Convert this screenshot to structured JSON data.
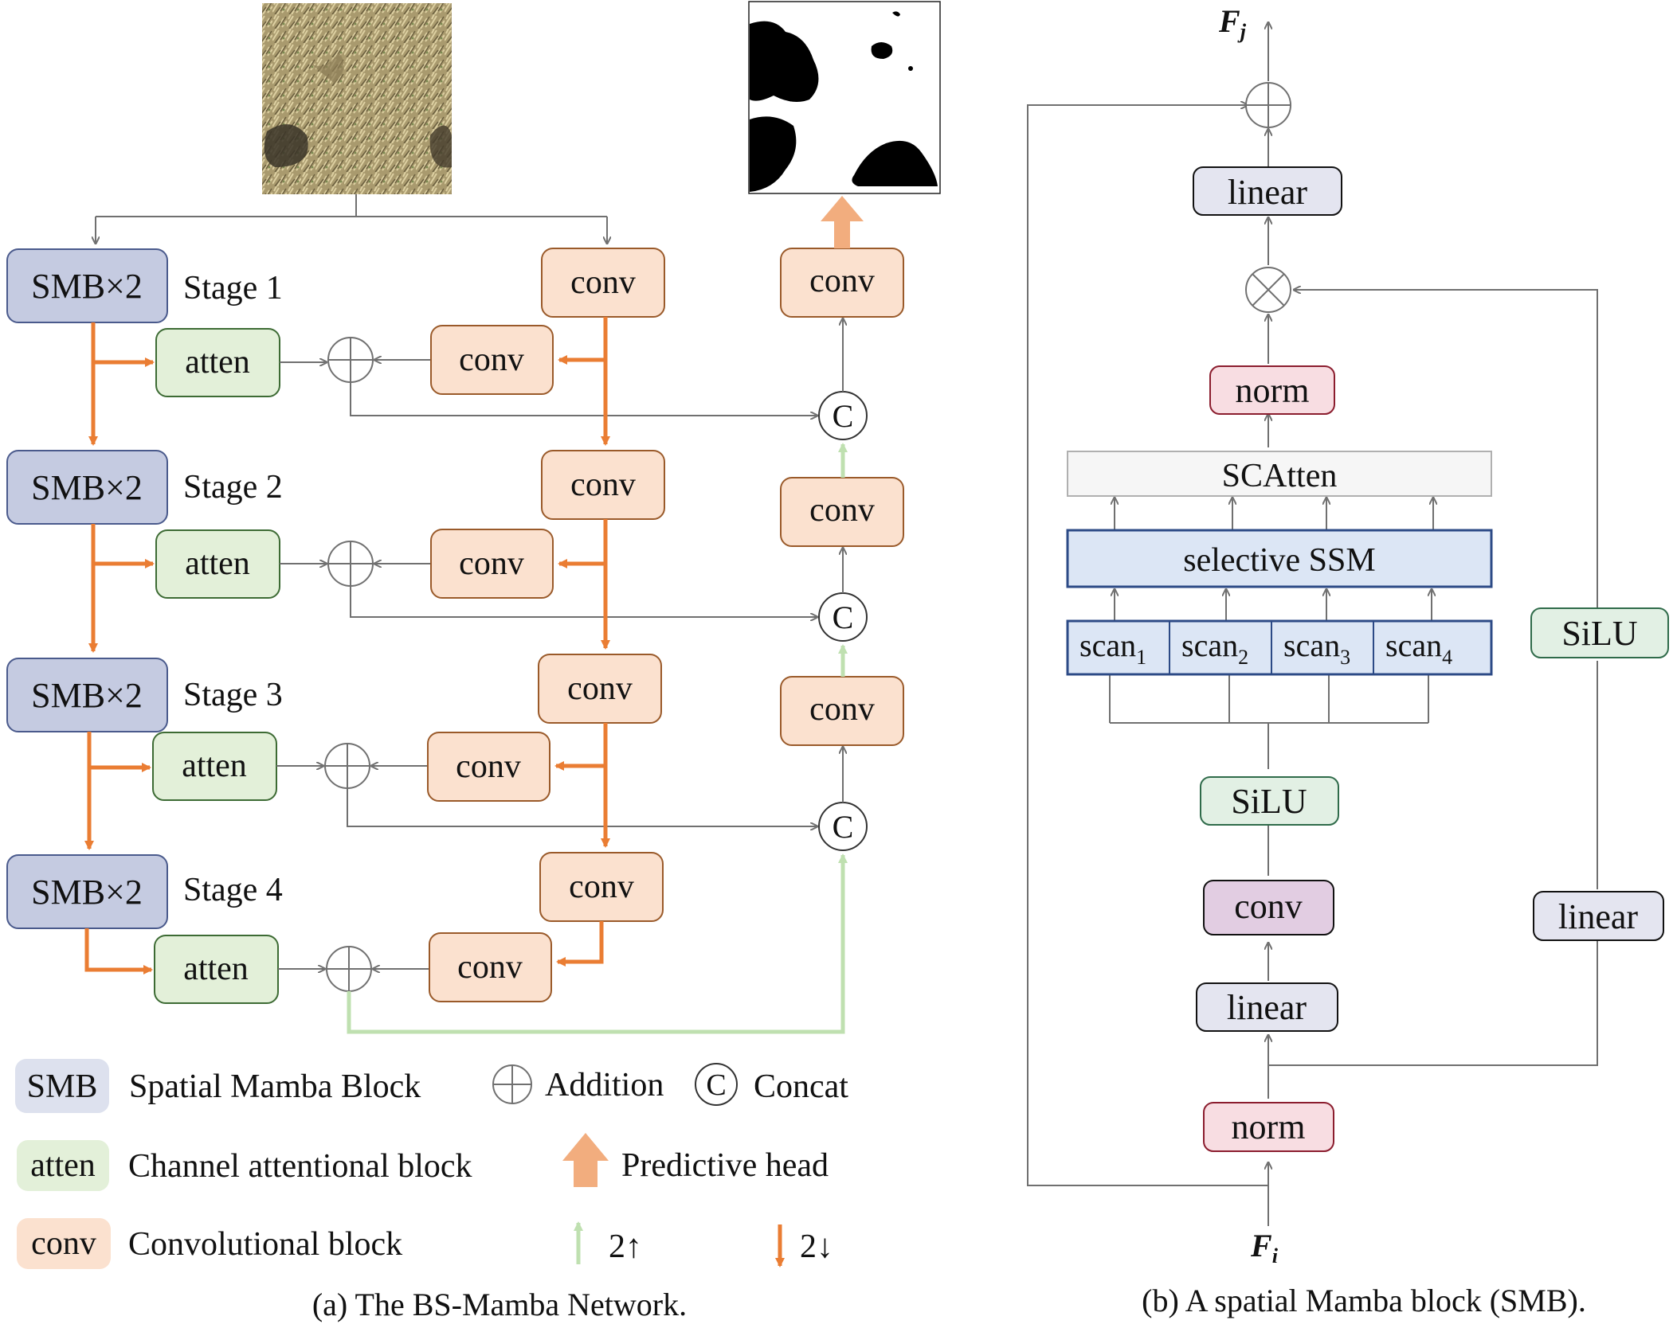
{
  "panel_a": {
    "caption": "(a) The BS-Mamba Network.",
    "stages": [
      {
        "block": "SMB×2",
        "label": "Stage 1"
      },
      {
        "block": "SMB×2",
        "label": "Stage 2"
      },
      {
        "block": "SMB×2",
        "label": "Stage 3"
      },
      {
        "block": "SMB×2",
        "label": "Stage 4"
      }
    ],
    "atten_label": "atten",
    "conv_label": "conv",
    "concat_symbol": "C"
  },
  "legend": {
    "smb_key": "SMB",
    "smb_desc": "Spatial Mamba Block",
    "addition_desc": "Addition",
    "concat_key": "C",
    "concat_desc": "Concat",
    "atten_key": "atten",
    "atten_desc": "Channel attentional block",
    "head_desc": "Predictive head",
    "conv_key": "conv",
    "conv_desc": "Convolutional block",
    "up_desc": "2↑",
    "down_desc": "2↓"
  },
  "panel_b": {
    "caption": "(b) A spatial Mamba block (SMB).",
    "output_label": "F",
    "output_sub": "j",
    "input_label": "F",
    "input_sub": "i",
    "linear_top": "linear",
    "norm_mid": "norm",
    "scatten": "SCAtten",
    "selective_ssm": "selective SSM",
    "scans": [
      {
        "base": "scan",
        "sub": "1"
      },
      {
        "base": "scan",
        "sub": "2"
      },
      {
        "base": "scan",
        "sub": "3"
      },
      {
        "base": "scan",
        "sub": "4"
      }
    ],
    "silu_left": "SiLU",
    "conv": "conv",
    "linear_left": "linear",
    "norm_bottom": "norm",
    "silu_right": "SiLU",
    "linear_right": "linear"
  },
  "colors": {
    "smb_fill": "#c5cbe1",
    "smb_stroke": "#4a5a8c",
    "atten_fill": "#e3f0d9",
    "atten_stroke": "#3d6b34",
    "conv_fill": "#fbe1cf",
    "conv_stroke": "#9a5a2a",
    "orange_arrow": "#ea7d33",
    "green_arrow": "#bfe0b0",
    "head_arrow": "#f2ad7e",
    "linear_fill": "#e4e5f0",
    "norm_fill": "#f8dde2",
    "norm_stroke": "#8b1d2e",
    "silu_fill": "#e2f0e4",
    "silu_stroke": "#2f6b4a",
    "purple_fill": "#e2cde2",
    "ssm_fill": "#dce6f5",
    "ssm_stroke": "#2c4a86"
  }
}
